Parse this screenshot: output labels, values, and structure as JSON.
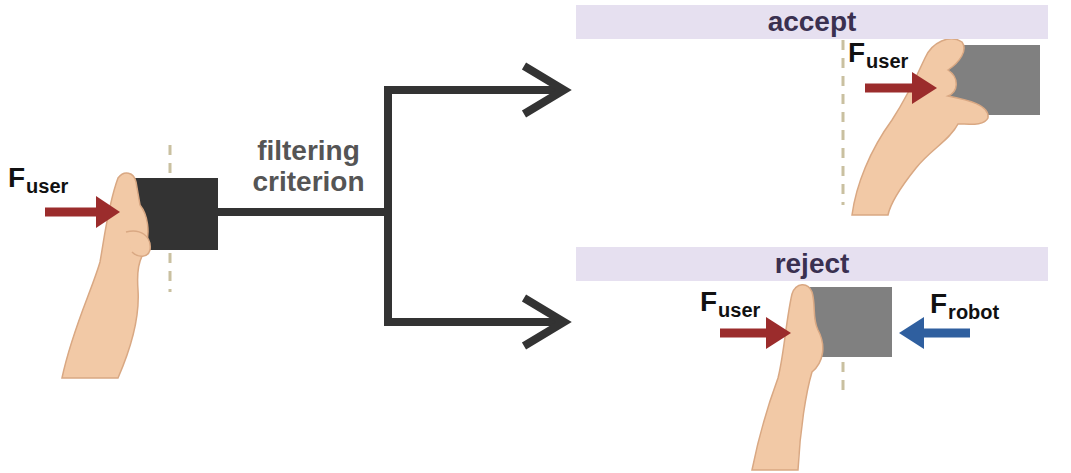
{
  "diagram": {
    "nodes": [
      {
        "text": [
          "accept"
        ]
      },
      {
        "text": [
          "reject"
        ]
      }
    ],
    "labels": [
      "F",
      "user",
      "filtering criterion",
      "F",
      "user",
      "F",
      "user",
      "F",
      "robot"
    ]
  }
}
